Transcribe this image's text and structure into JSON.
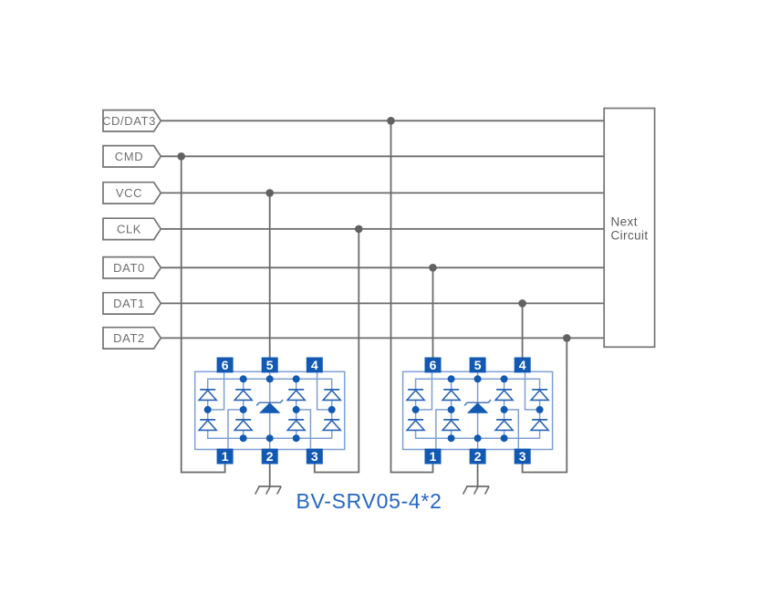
{
  "diagram": {
    "type": "circuit-schematic",
    "part_label": "BV-SRV05-4*2",
    "signals": [
      {
        "name": "CD/DAT3"
      },
      {
        "name": "CMD"
      },
      {
        "name": "VCC"
      },
      {
        "name": "CLK"
      },
      {
        "name": "DAT0"
      },
      {
        "name": "DAT1"
      },
      {
        "name": "DAT2"
      }
    ],
    "next_circuit": {
      "line1": "Next",
      "line2": "Circuit"
    },
    "components": {
      "count": 2,
      "kind": "TVS diode array",
      "pins_top": [
        "6",
        "5",
        "4"
      ],
      "pins_bottom": [
        "1",
        "2",
        "3"
      ]
    },
    "connections": [
      "CD/DAT3 -> U2 pin 1",
      "CMD -> U1 pin 1",
      "VCC -> U1 pin 5",
      "CLK -> U1 pin 3",
      "DAT0 -> U2 pin 6",
      "DAT1 -> U2 pin 4",
      "DAT2 -> U2 pin 3",
      "U1 pin 2 -> GND",
      "U2 pin 2 -> GND",
      "all signals -> Next Circuit"
    ],
    "colors": {
      "wire_gray": "#6b6b6b",
      "junction_gray": "#616161",
      "label_stroke_gray": "#747474",
      "label_text_gray": "#6e6e6e",
      "blue_fill": "#1159b3",
      "blue_stroke": "#2a64b6",
      "blue_light": "#7fa0d2",
      "title_blue": "#2466c6",
      "background": "#ffffff"
    }
  }
}
